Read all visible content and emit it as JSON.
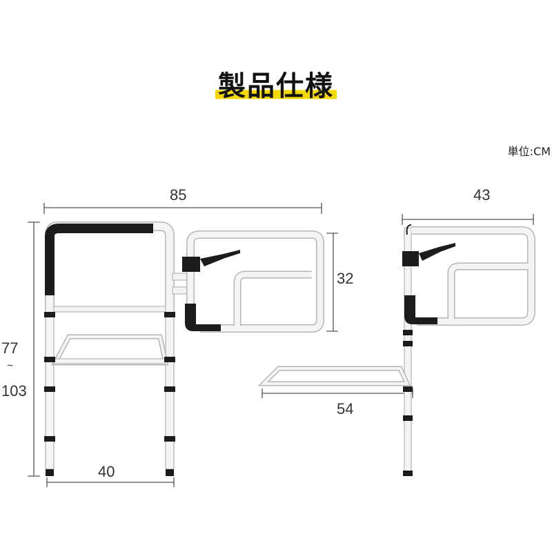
{
  "title": "製品仕様",
  "unit_label": "単位:CM",
  "dimensions": {
    "front_width": "85",
    "side_depth": "43",
    "rail_height": "32",
    "height_min": "77",
    "height_sep": "~",
    "height_max": "103",
    "base_width": "40",
    "base_depth": "54"
  },
  "colors": {
    "frame": "#f4f4f4",
    "frame_outline": "#b5b5b5",
    "grip": "#1c1c1c",
    "title_highlight": "#f5d800",
    "dimension_line": "#555555"
  }
}
